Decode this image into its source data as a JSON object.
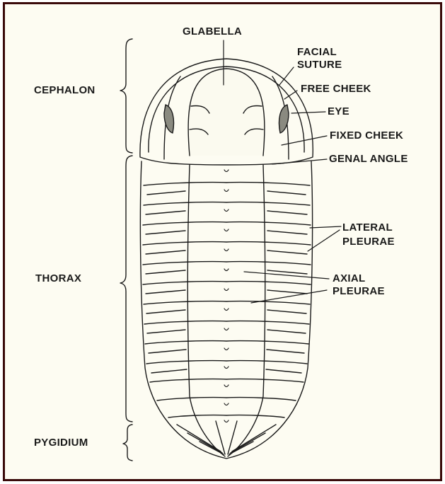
{
  "diagram": {
    "labels": {
      "glabella": "GLABELLA",
      "facial_suture_1": "FACIAL",
      "facial_suture_2": "SUTURE",
      "free_cheek": "FREE CHEEK",
      "eye": "EYE",
      "fixed_cheek": "FIXED CHEEK",
      "genal_angle": "GENAL ANGLE",
      "lateral_pleurae_1": "LATERAL",
      "lateral_pleurae_2": "PLEURAE",
      "axial_pleurae_1": "AXIAL",
      "axial_pleurae_2": "PLEURAE",
      "cephalon": "CEPHALON",
      "thorax": "THORAX",
      "pygidium": "PYGIDIUM"
    },
    "colors": {
      "ink": "#1a1a1a",
      "background": "#fdfcf2",
      "border": "#3a0a0a",
      "eye_fill": "#8a8a80"
    }
  }
}
